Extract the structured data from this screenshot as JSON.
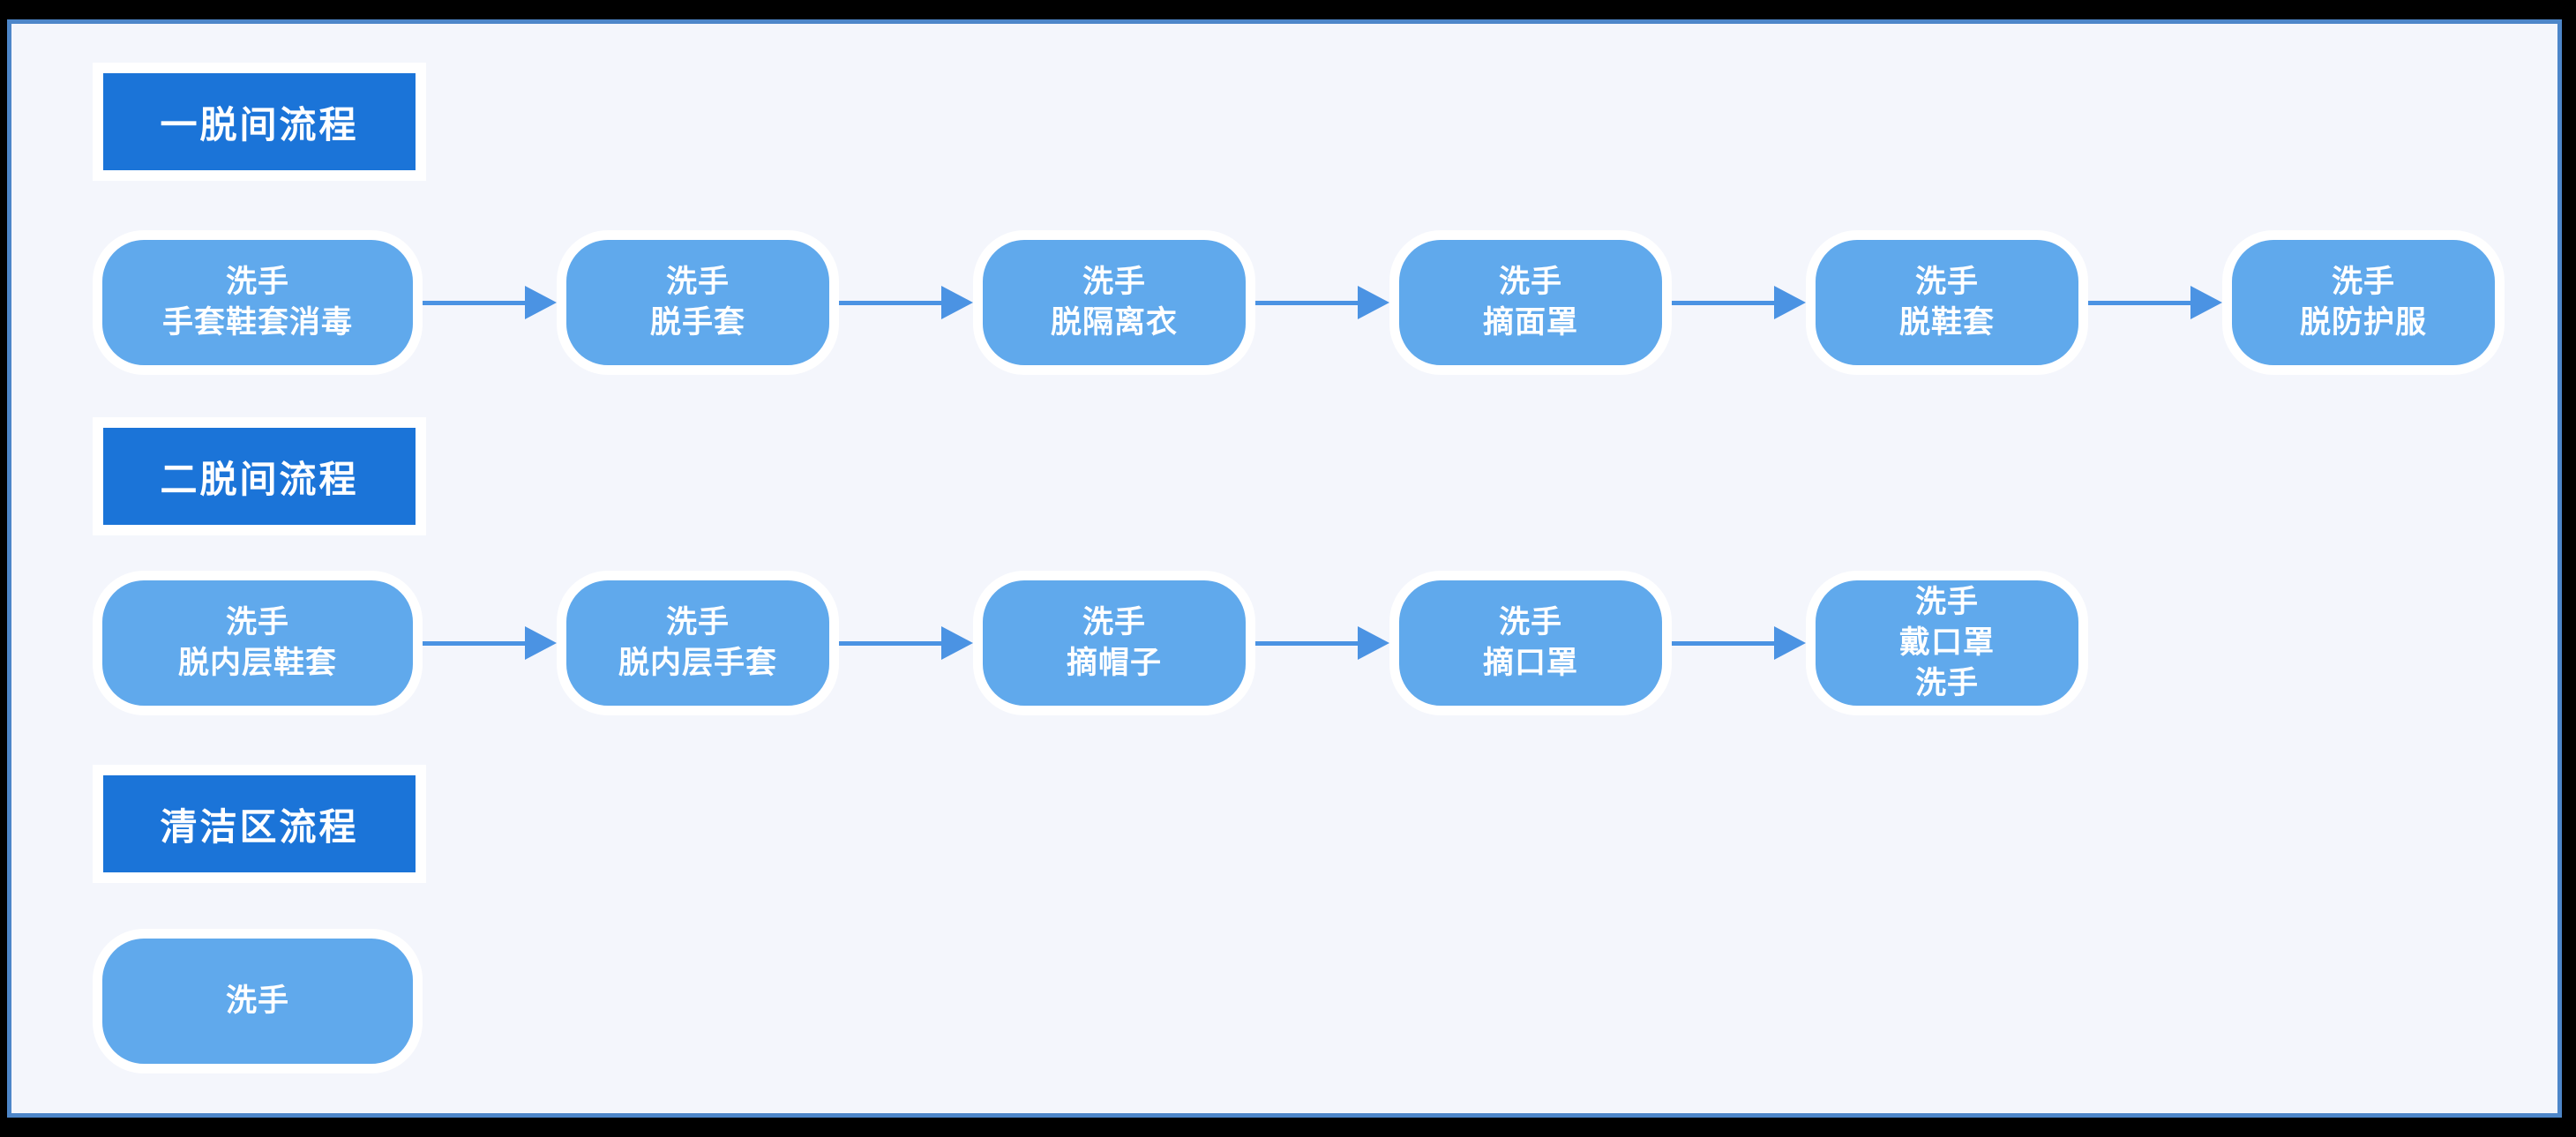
{
  "canvas": {
    "background": "#000000"
  },
  "panel": {
    "background": "#f4f6fc",
    "border_color": "#4d86c9"
  },
  "styles": {
    "header_bg": "#1b74d8",
    "node_bg": "#60a9ec",
    "arrow_color": "#4b93e3",
    "text_color": "#ffffff"
  },
  "sections": [
    {
      "title": "一脱间流程",
      "nodes": [
        {
          "text": "洗手\n手套鞋套消毒"
        },
        {
          "text": "洗手\n脱手套"
        },
        {
          "text": "洗手\n脱隔离衣"
        },
        {
          "text": "洗手\n摘面罩"
        },
        {
          "text": "洗手\n脱鞋套"
        },
        {
          "text": "洗手\n脱防护服"
        }
      ]
    },
    {
      "title": "二脱间流程",
      "nodes": [
        {
          "text": "洗手\n脱内层鞋套"
        },
        {
          "text": "洗手\n脱内层手套"
        },
        {
          "text": "洗手\n摘帽子"
        },
        {
          "text": "洗手\n摘口罩"
        },
        {
          "text": "洗手\n戴口罩\n洗手"
        }
      ]
    },
    {
      "title": "清洁区流程",
      "nodes": [
        {
          "text": "洗手"
        }
      ]
    }
  ]
}
